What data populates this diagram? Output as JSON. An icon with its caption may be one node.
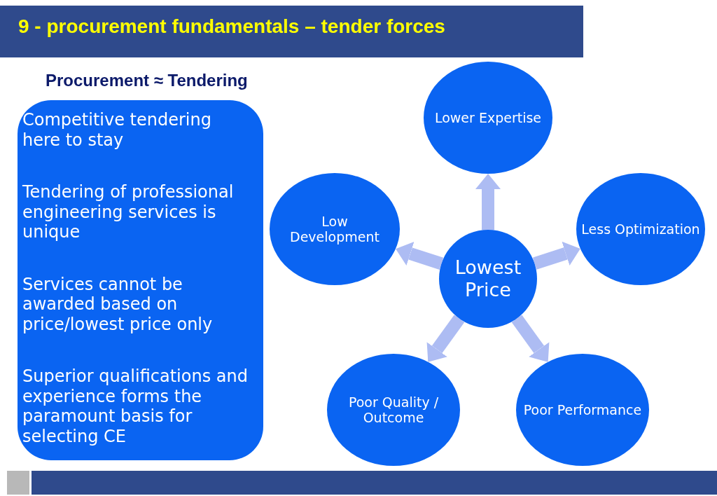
{
  "diagram": {
    "title": "9 - procurement fundamentals – tender forces",
    "nodes": [
      {
        "text": [
          "Competitive tendering here to stay",
          "Tendering of professional engineering services is unique",
          "Services cannot be awarded based on price/lowest price only",
          "Superior qualifications and experience forms the paramount basis for selecting CE"
        ],
        "beside": [
          "Procurement ≈ Tendering"
        ]
      },
      {
        "text": [
          "Lowest Price"
        ]
      },
      {
        "text": [
          "Lower Expertise"
        ]
      },
      {
        "text": [
          "Less Optimization"
        ]
      },
      {
        "text": [
          "Poor Performance"
        ]
      },
      {
        "text": [
          "Poor Quality / Outcome"
        ]
      },
      {
        "text": [
          "Low Development"
        ]
      }
    ],
    "edges": [
      {
        "from": 1,
        "to": 2,
        "arrow": "to"
      },
      {
        "from": 1,
        "to": 3,
        "arrow": "to"
      },
      {
        "from": 1,
        "to": 4,
        "arrow": "to"
      },
      {
        "from": 1,
        "to": 5,
        "arrow": "to"
      },
      {
        "from": 1,
        "to": 6,
        "arrow": "to"
      }
    ]
  }
}
